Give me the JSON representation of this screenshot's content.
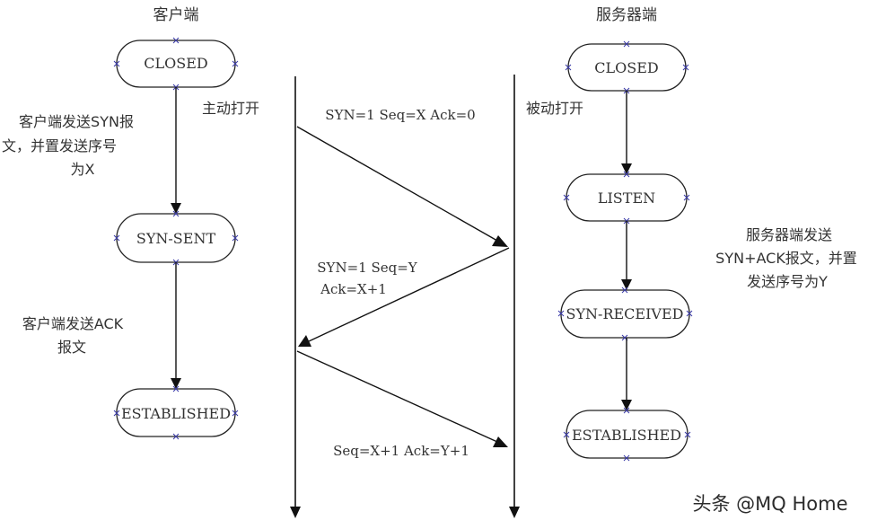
{
  "client": {
    "title": "客户端",
    "states": [
      "CLOSED",
      "SYN-SENT",
      "ESTABLISHED"
    ],
    "active_open": "主动打开",
    "note_send_syn": [
      "客户端发送SYN报",
      "文，并置发送序号",
      "为X"
    ],
    "note_send_ack": [
      "客户端发送ACK",
      "报文"
    ]
  },
  "server": {
    "title": "服务器端",
    "states": [
      "CLOSED",
      "LISTEN",
      "SYN-RECEIVED",
      "ESTABLISHED"
    ],
    "passive_open": "被动打开",
    "note_send_synack": [
      "服务器端发送",
      "SYN+ACK报文，并置",
      "发送序号为Y"
    ]
  },
  "messages": {
    "m1": "SYN=1 Seq=X Ack=0",
    "m2": [
      "SYN=1 Seq=Y",
      "Ack=X+1"
    ],
    "m3": "Seq=X+1 Ack=Y+1"
  },
  "watermark": "头条 @MQ Home"
}
